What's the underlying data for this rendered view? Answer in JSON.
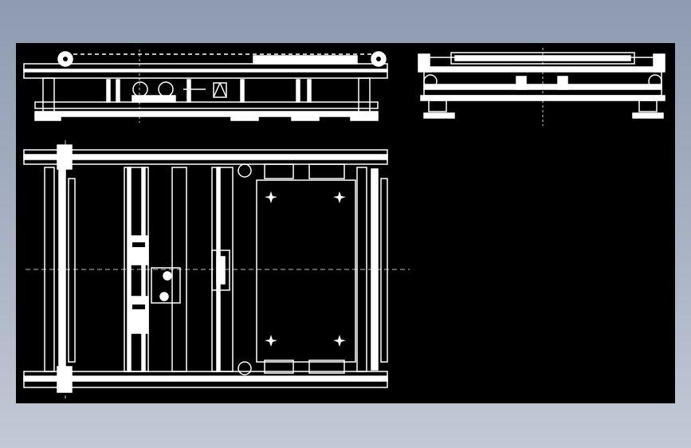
{
  "viewport": {
    "background_color": "#000000",
    "line_color": "#ffffff",
    "outer_background_top": "#8e9bb0",
    "outer_background_bottom": "#c3c9d6"
  },
  "views": [
    {
      "id": "front",
      "name": "front-elevation-view"
    },
    {
      "id": "side",
      "name": "side-elevation-view"
    },
    {
      "id": "plan",
      "name": "plan-view"
    }
  ]
}
